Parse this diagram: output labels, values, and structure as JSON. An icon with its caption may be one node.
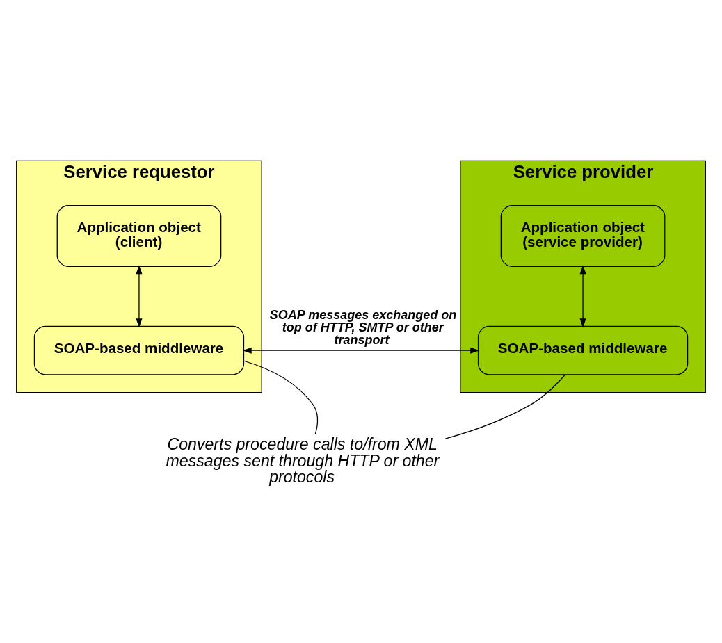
{
  "diagram": {
    "nodes": [
      {
        "text": [
          "Service requestor"
        ]
      },
      {
        "text": [
          "Application object (client)"
        ],
        "in": 0
      },
      {
        "text": [
          "SOAP-based middleware"
        ],
        "in": 0
      },
      {
        "text": [
          "Service provider"
        ]
      },
      {
        "text": [
          "Application object (service provider)"
        ],
        "in": 3
      },
      {
        "text": [
          "SOAP-based middleware"
        ],
        "in": 3
      },
      {
        "text": [
          "Converts procedure calls to/from XML messages sent through HTTP or other protocols"
        ]
      }
    ],
    "edges": [
      {
        "from": 1,
        "to": 2,
        "arrow": "both"
      },
      {
        "from": 2,
        "to": 5,
        "arrow": "both",
        "label": "SOAP messages exchanged on top of HTTP, SMTP or other transport"
      },
      {
        "from": 4,
        "to": 5,
        "arrow": "both"
      },
      {
        "from": 6,
        "to": 2,
        "arrow": "none"
      },
      {
        "from": 6,
        "to": 5,
        "arrow": "none"
      }
    ]
  }
}
